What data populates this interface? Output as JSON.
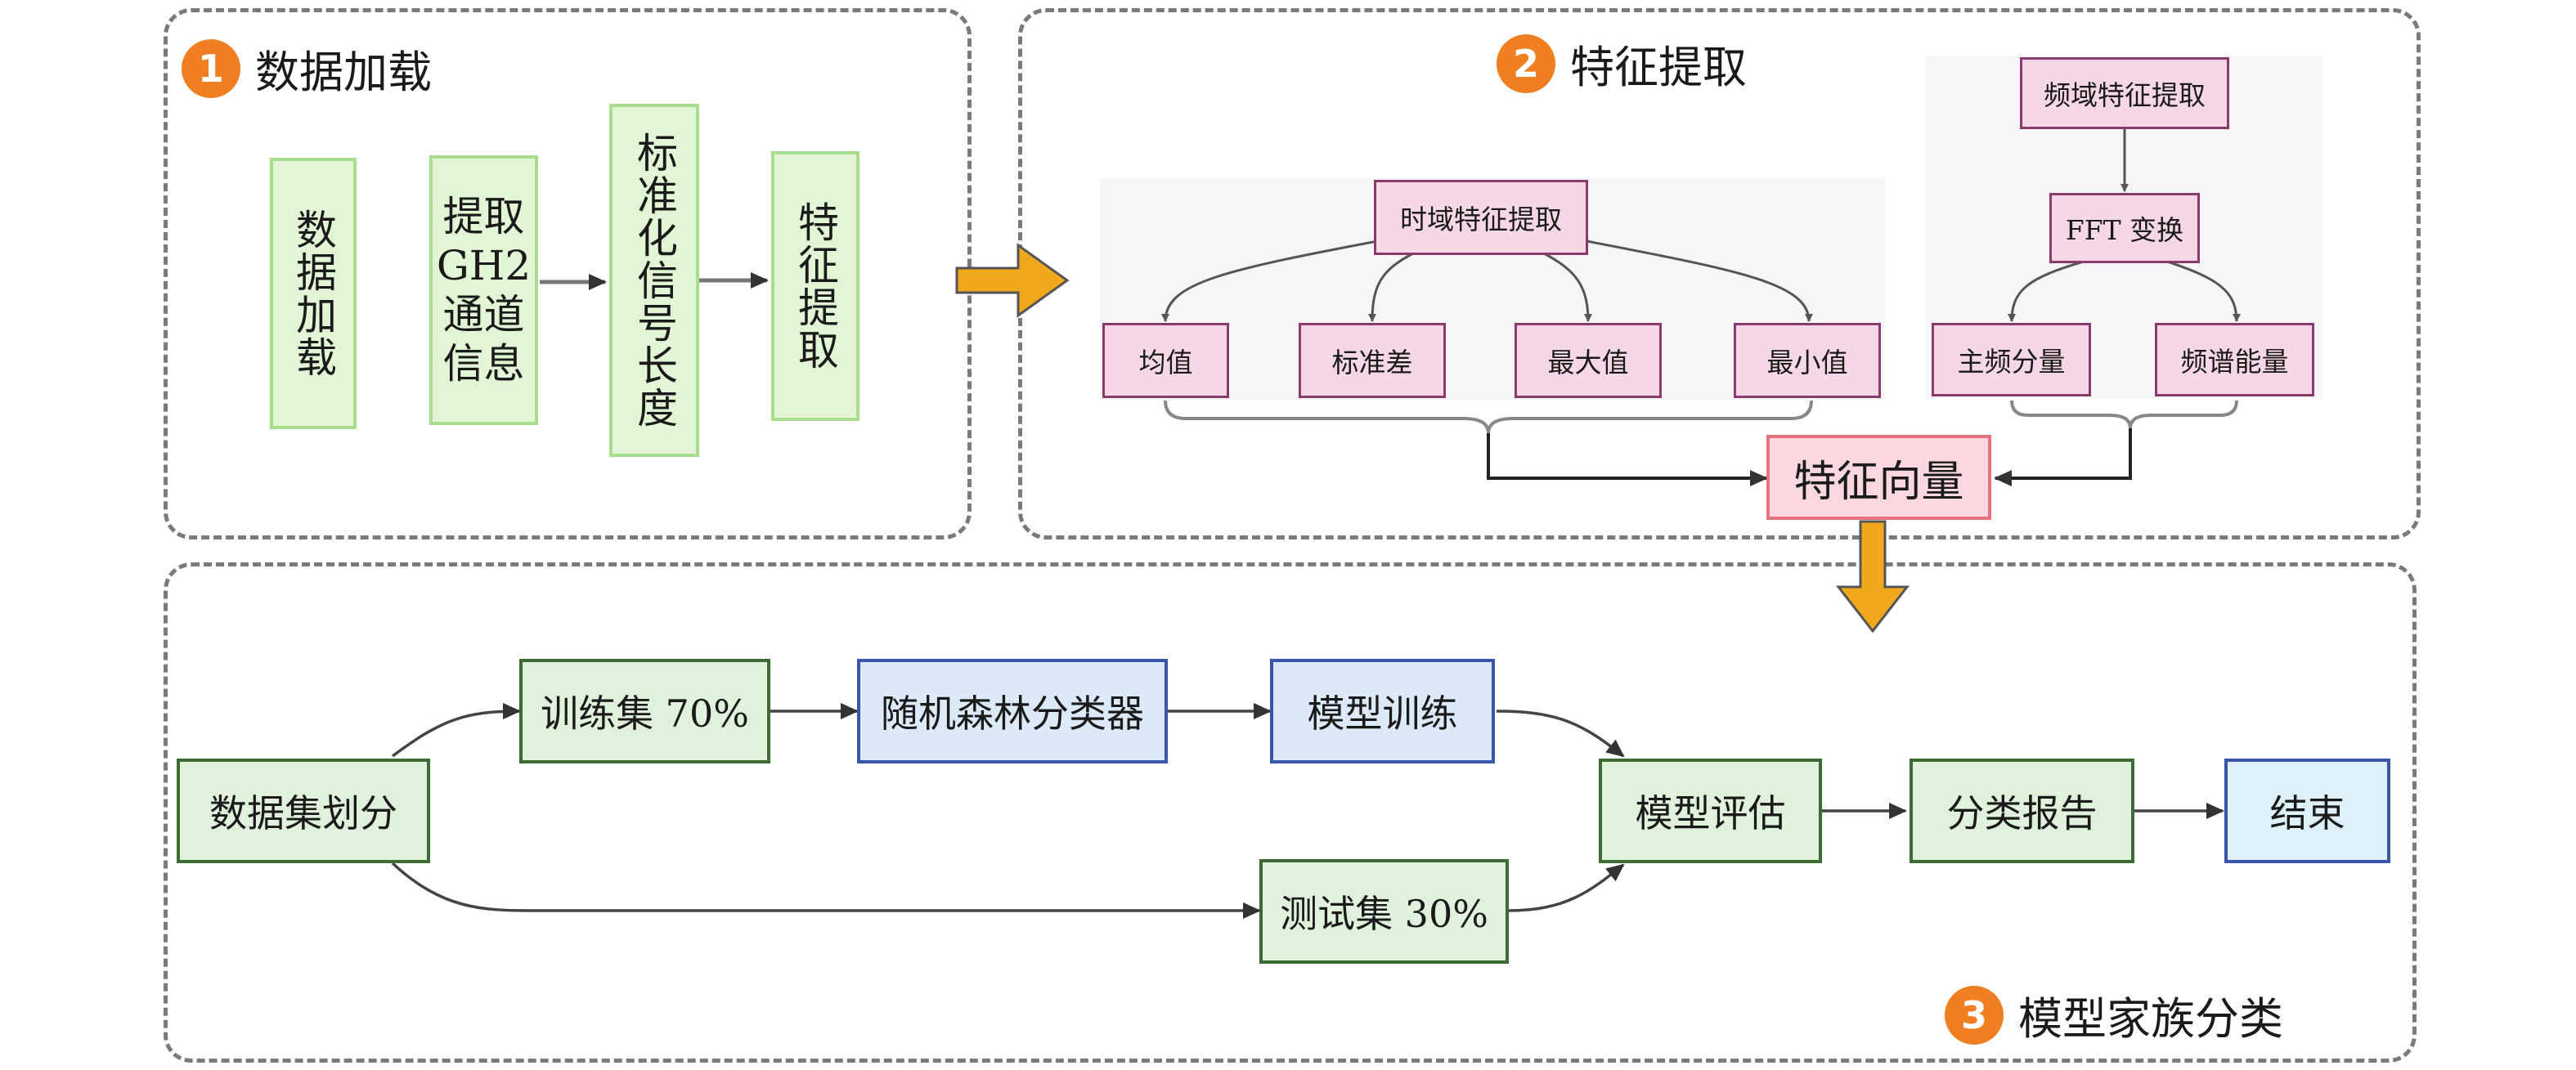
{
  "section1": {
    "badge": "1",
    "title": "数据加载",
    "steps": [
      "数据加载",
      "提取GH2通道信息",
      "标准化信号长度",
      "特征提取"
    ],
    "step2_lines": [
      "提取",
      "GH2",
      "通道",
      "信息"
    ]
  },
  "section2": {
    "badge": "2",
    "title": "特征提取",
    "time_domain": {
      "root": "时域特征提取",
      "leaves": [
        "均值",
        "标准差",
        "最大值",
        "最小值"
      ]
    },
    "freq_domain": {
      "root": "频域特征提取",
      "transform": "FFT 变换",
      "leaves": [
        "主频分量",
        "频谱能量"
      ]
    },
    "vector": "特征向量"
  },
  "section3": {
    "badge": "3",
    "title": "模型家族分类",
    "split": "数据集划分",
    "train": "训练集 70%",
    "classifier": "随机森林分类器",
    "training": "模型训练",
    "test": "测试集 30%",
    "evaluate": "模型评估",
    "report": "分类报告",
    "end": "结束"
  },
  "colors": {
    "flow_arrow": "#f0a81c",
    "badge": "#f07f22",
    "light_green_fill": "#e2f6d5",
    "pink_fill": "#f5d7e6",
    "blue_fill": "#dce9f8"
  }
}
